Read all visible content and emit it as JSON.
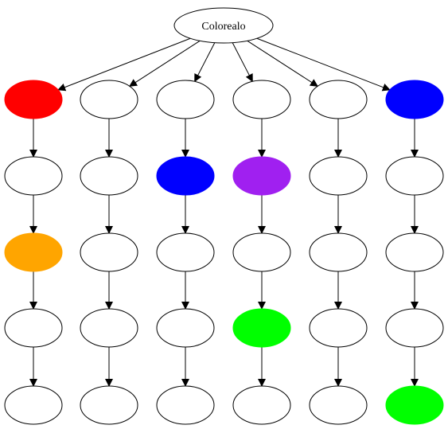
{
  "diagram": {
    "root": {
      "label": "Colorealo",
      "fill": "#ffffff"
    },
    "columns": [
      {
        "name": "column-1",
        "nodes": [
          "#ff0000",
          "#ffffff",
          "#ffa500",
          "#ffffff",
          "#ffffff"
        ]
      },
      {
        "name": "column-2",
        "nodes": [
          "#ffffff",
          "#ffffff",
          "#ffffff",
          "#ffffff",
          "#ffffff"
        ]
      },
      {
        "name": "column-3",
        "nodes": [
          "#ffffff",
          "#0000ff",
          "#ffffff",
          "#ffffff",
          "#ffffff"
        ]
      },
      {
        "name": "column-4",
        "nodes": [
          "#ffffff",
          "#a020f0",
          "#ffffff",
          "#00ff00",
          "#ffffff"
        ]
      },
      {
        "name": "column-5",
        "nodes": [
          "#ffffff",
          "#ffffff",
          "#ffffff",
          "#ffffff",
          "#ffffff"
        ]
      },
      {
        "name": "column-6",
        "nodes": [
          "#0000ff",
          "#ffffff",
          "#ffffff",
          "#ffffff",
          "#00ff00"
        ]
      }
    ],
    "edge_color": "#000000",
    "node_stroke": "#000000"
  }
}
